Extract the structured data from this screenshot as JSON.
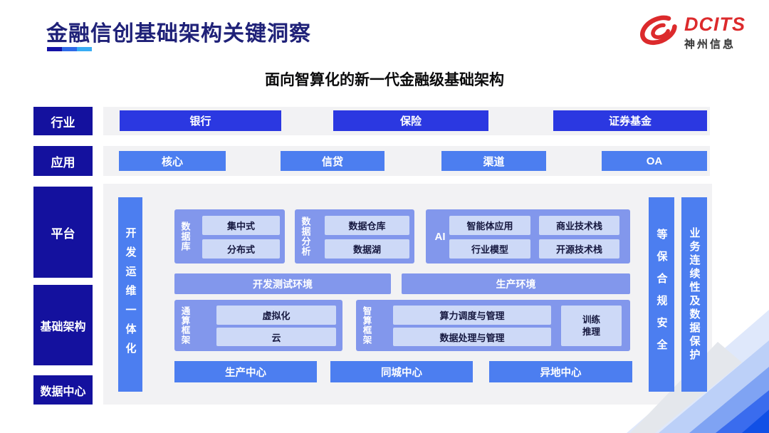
{
  "header": {
    "title": "金融信创基础架构关键洞察",
    "subtitle": "面向智算化的新一代金融级基础架构",
    "logo": {
      "brand": "DCITS",
      "company": "神州信息"
    }
  },
  "rail": {
    "industry": "行业",
    "application": "应用",
    "platform": "平台",
    "infrastructure": "基础架构",
    "datacenter": "数据中心"
  },
  "industry_row": {
    "items": [
      "银行",
      "保险",
      "证券基金"
    ]
  },
  "application_row": {
    "items": [
      "核心",
      "信贷",
      "渠道",
      "OA"
    ]
  },
  "platform": {
    "devops_bar": "开发运维一体化",
    "database_group": {
      "label": "数据库",
      "items": [
        "集中式",
        "分布式"
      ]
    },
    "analytics_group": {
      "label": "数据分析",
      "items": [
        "数据仓库",
        "数据湖"
      ]
    },
    "ai_group": {
      "label": "AI",
      "items": [
        "智能体应用",
        "商业技术栈",
        "行业模型",
        "开源技术栈"
      ]
    },
    "dev_env_bar": "开发测试环境",
    "prod_env_bar": "生产环境",
    "general_compute_group": {
      "label": "通算框架",
      "items": [
        "虚拟化",
        "云"
      ]
    },
    "intelligent_compute_group": {
      "label": "智算框架",
      "items": [
        "算力调度与管理",
        "数据处理与管理"
      ],
      "side_item": "训练\n推理"
    },
    "datacenter_bars": [
      "生产中心",
      "同城中心",
      "异地中心"
    ],
    "security_bar": "等保合规安全",
    "continuity_bar": "业务连续性及数据保护"
  },
  "colors": {
    "brand_red": "#dc2a2c",
    "title_navy": "#1f2178",
    "rail_deep_blue": "#14119e",
    "industry_button_blue": "#2b38e1",
    "medium_blue": "#4c7ef0",
    "group_periwinkle": "#8297ec",
    "cell_light_blue": "#cdd9f7",
    "row_background": "#f2f2f4"
  }
}
